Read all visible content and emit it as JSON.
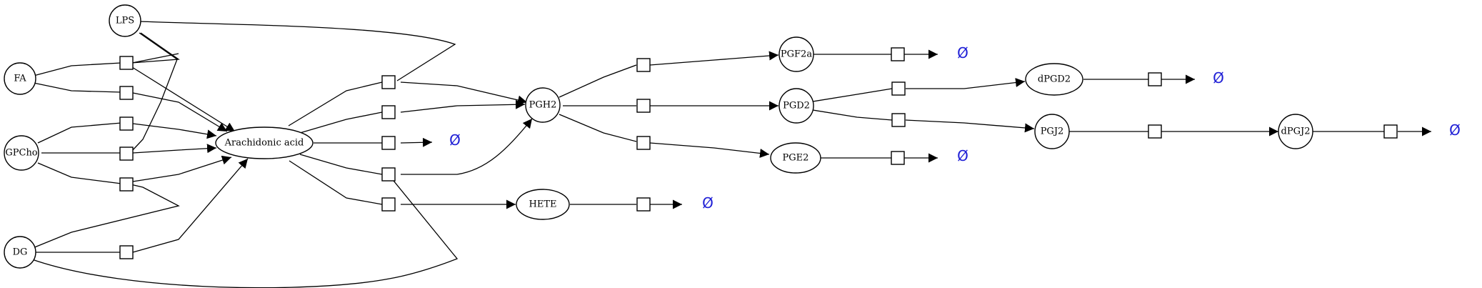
{
  "colors": {
    "stroke": "#000000",
    "background": "#ffffff",
    "sink": "#1f1fd6"
  },
  "sink_symbol": "Ø",
  "nodes": {
    "lps": "LPS",
    "fa": "FA",
    "gpcho": "GPCho",
    "dg": "DG",
    "arachidonic": "Arachidonic acid",
    "pgh2": "PGH2",
    "hete": "HETE",
    "pgf2a": "PGF2a",
    "pgd2": "PGD2",
    "pge2": "PGE2",
    "dpgd2": "dPGD2",
    "pgj2": "PGJ2",
    "dpgj2": "dPGJ2"
  }
}
